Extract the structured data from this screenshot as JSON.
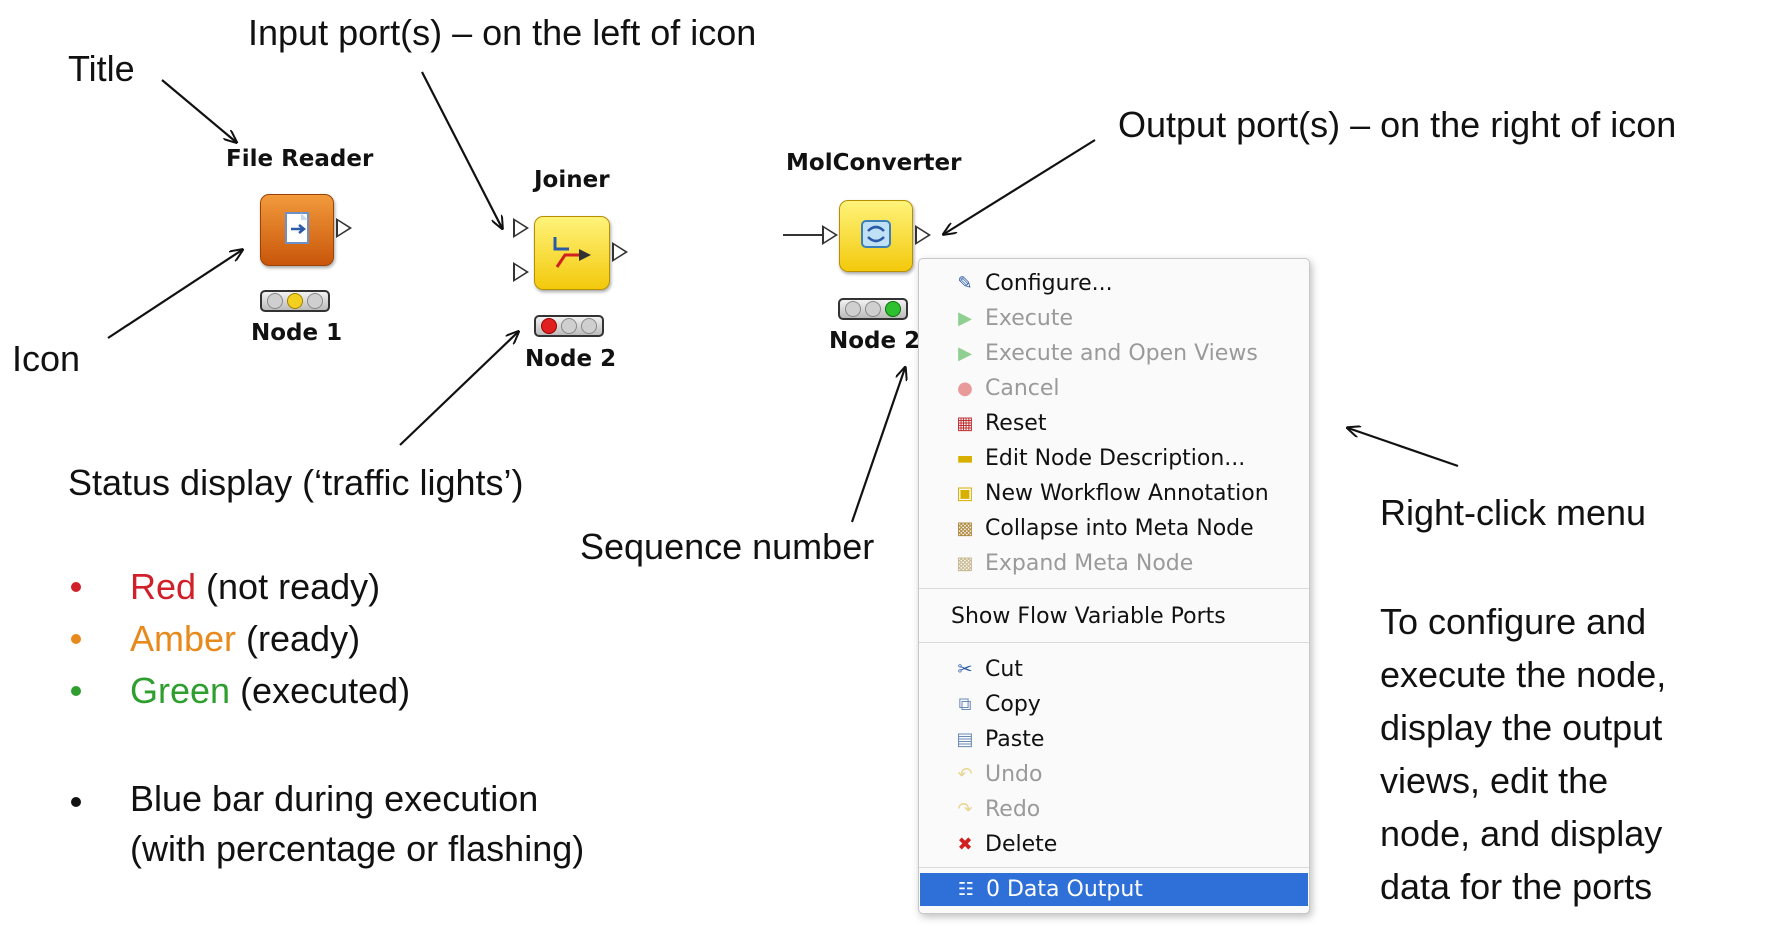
{
  "annotations": {
    "title": "Title",
    "input_ports": "Input port(s) – on the left of icon",
    "output_ports": "Output port(s) – on the right of icon",
    "icon": "Icon",
    "status_display": "Status display (‘traffic lights’)",
    "sequence_number": "Sequence number",
    "right_click_menu": "Right-click menu"
  },
  "nodes": [
    {
      "title": "File Reader",
      "seq": "Node 1",
      "status": "amber",
      "icon": "file-reader-icon"
    },
    {
      "title": "Joiner",
      "seq": "Node 2",
      "status": "red",
      "icon": "joiner-icon"
    },
    {
      "title": "MolConverter",
      "seq": "Node 2",
      "status": "green",
      "icon": "molconverter-icon"
    }
  ],
  "legend": {
    "items": [
      {
        "color_word": "Red",
        "rest": " (not ready)",
        "color": "#d0202a"
      },
      {
        "color_word": "Amber",
        "rest": " (ready)",
        "color": "#e8891c"
      },
      {
        "color_word": "Green",
        "rest": " (executed)",
        "color": "#2e9e2e"
      }
    ],
    "blue_bar_line1": "Blue bar during execution",
    "blue_bar_line2": "(with percentage or flashing)"
  },
  "menu": {
    "items": [
      {
        "label": "Configure...",
        "enabled": true,
        "icon": "configure-icon"
      },
      {
        "label": "Execute",
        "enabled": false,
        "icon": "execute-icon"
      },
      {
        "label": "Execute and Open Views",
        "enabled": false,
        "icon": "execute-open-views-icon"
      },
      {
        "label": "Cancel",
        "enabled": false,
        "icon": "cancel-icon"
      },
      {
        "label": "Reset",
        "enabled": true,
        "icon": "reset-icon"
      },
      {
        "label": "Edit Node Description...",
        "enabled": true,
        "icon": "edit-description-icon"
      },
      {
        "label": "New Workflow Annotation",
        "enabled": true,
        "icon": "annotation-icon"
      },
      {
        "label": "Collapse into Meta Node",
        "enabled": true,
        "icon": "collapse-icon"
      },
      {
        "label": "Expand Meta Node",
        "enabled": false,
        "icon": "expand-icon"
      }
    ],
    "show_flow_vars": "Show Flow Variable Ports",
    "edit_items": [
      {
        "label": "Cut",
        "enabled": true,
        "icon": "cut-icon"
      },
      {
        "label": "Copy",
        "enabled": true,
        "icon": "copy-icon"
      },
      {
        "label": "Paste",
        "enabled": true,
        "icon": "paste-icon"
      },
      {
        "label": "Undo",
        "enabled": false,
        "icon": "undo-icon"
      },
      {
        "label": "Redo",
        "enabled": false,
        "icon": "redo-icon"
      },
      {
        "label": "Delete",
        "enabled": true,
        "icon": "delete-icon"
      }
    ],
    "data_output": "0 Data Output"
  },
  "description": [
    "To configure and",
    "execute the node,",
    "display the output",
    "views, edit the",
    "node, and display",
    "data for the ports"
  ],
  "colors": {
    "menu_selected": "#2f6fd8",
    "red_light": "#e02020",
    "amber_light": "#f3d020",
    "green_light": "#2fc02f"
  }
}
